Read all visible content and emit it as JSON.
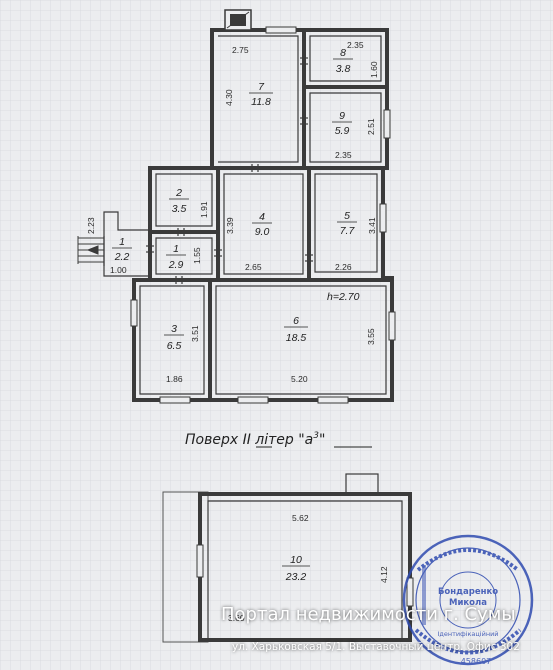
{
  "floor_caption": "Поверх II   літер \"а",
  "floor_caption_sup": "3",
  "floor_caption_end": "\"",
  "ceiling_height": "h=2.70",
  "rooms": [
    {
      "number": "7",
      "area": "11.8"
    },
    {
      "number": "8",
      "area": "3.8"
    },
    {
      "number": "9",
      "area": "5.9"
    },
    {
      "number": "2",
      "area": "3.5"
    },
    {
      "number": "4",
      "area": "9.0"
    },
    {
      "number": "5",
      "area": "7.7"
    },
    {
      "number": "1",
      "area": "2.2"
    },
    {
      "number": "1",
      "area": "2.9"
    },
    {
      "number": "3",
      "area": "6.5"
    },
    {
      "number": "6",
      "area": "18.5"
    },
    {
      "number": "10",
      "area": "23.2"
    }
  ],
  "dimensions": {
    "r7_width": "2.75",
    "r7_height": "4.30",
    "r8_width": "2.35",
    "r8_height": "1.60",
    "r9_width": "2.35",
    "r9_height": "2.51",
    "r2_height": "1.91",
    "r4_height": "3.39",
    "r4_width": "2.65",
    "r5_height": "3.41",
    "r5_width": "2.26",
    "porch_height": "2.23",
    "porch_width": "1.00",
    "r1_height": "1.55",
    "r3_height": "3.51",
    "r3_width": "1.86",
    "r6_height": "3.55",
    "r6_width": "5.20",
    "r10_width": "5.62",
    "r10_height": "4.12",
    "r10_bottom": "3.60"
  },
  "watermark": {
    "title": "Портал недвижимости г. Сумы",
    "address": "ул. Харьковская 5/1. Выставочный центр. Офис 302"
  },
  "stamp": {
    "name_line1": "Бондаренко",
    "name_line2": "Микола",
    "line3": "Ідентифікаційний",
    "number": "458607"
  },
  "colors": {
    "paper": "#ecedef",
    "grid": "#d6d8dc",
    "wall": "#3a3a3a",
    "stamp": "#2f4bb0"
  }
}
